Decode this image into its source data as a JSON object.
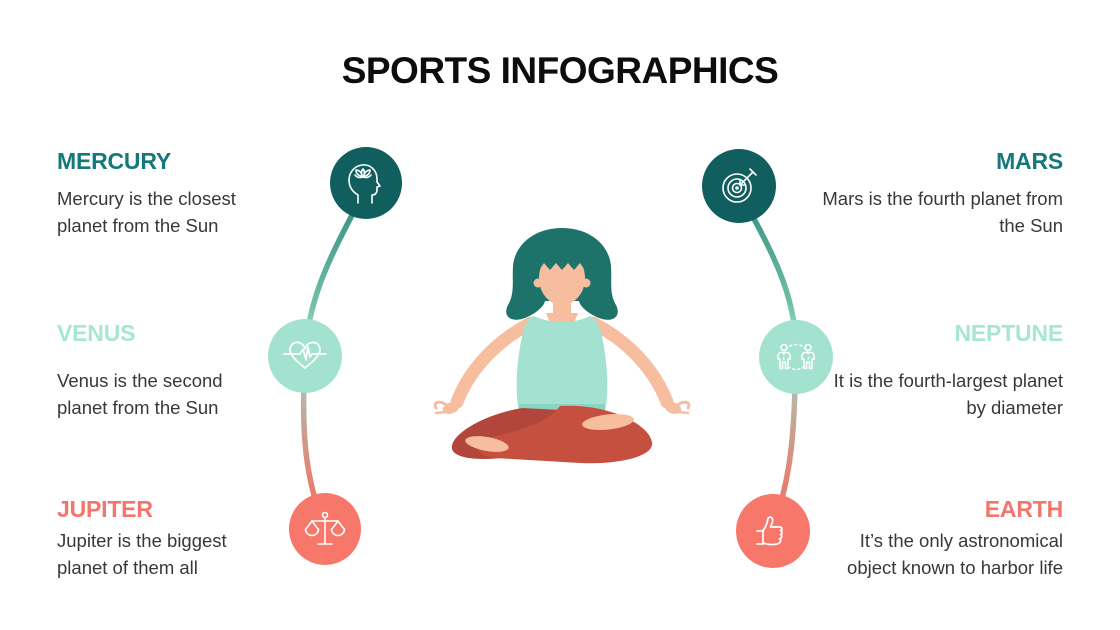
{
  "slide": {
    "title": "SPORTS INFOGRAPHICS"
  },
  "items": {
    "left": [
      {
        "name": "MERCURY",
        "description": "Mercury is the closest planet from the Sun",
        "icon": "mindfulness-icon",
        "accent_color": "#15787a",
        "circle_color": "#115e5e"
      },
      {
        "name": "VENUS",
        "description": "Venus is the second planet from the Sun",
        "icon": "heart-rate-icon",
        "accent_color": "#a6e7d3",
        "circle_color": "#a3e2cf"
      },
      {
        "name": "JUPITER",
        "description": "Jupiter is the biggest planet of them all",
        "icon": "scales-icon",
        "accent_color": "#f4756c",
        "circle_color": "#f7786b"
      }
    ],
    "right": [
      {
        "name": "MARS",
        "description": "Mars is the fourth planet from the Sun",
        "icon": "target-icon",
        "accent_color": "#15787a",
        "circle_color": "#115e5e"
      },
      {
        "name": "NEPTUNE",
        "description": "It is the fourth-largest planet by diameter",
        "icon": "social-distance-icon",
        "accent_color": "#a6e7d3",
        "circle_color": "#a3e2cf"
      },
      {
        "name": "EARTH",
        "description": "It’s the only astronomical object known to harbor life",
        "icon": "thumbs-up-icon",
        "accent_color": "#f4756c",
        "circle_color": "#f7786b"
      }
    ]
  },
  "illustration": {
    "alt": "Woman meditating in lotus pose",
    "hair_color": "#1d7269",
    "skin_color": "#f6bd9f",
    "top_color": "#a3e2d1",
    "pants_color": "#c5503f"
  },
  "colors": {
    "background": "#ffffff",
    "title_text": "#0d0d0d",
    "body_text": "#383838",
    "dark_teal": "#115e5e",
    "mint": "#a3e2cf",
    "coral": "#f7786b"
  }
}
